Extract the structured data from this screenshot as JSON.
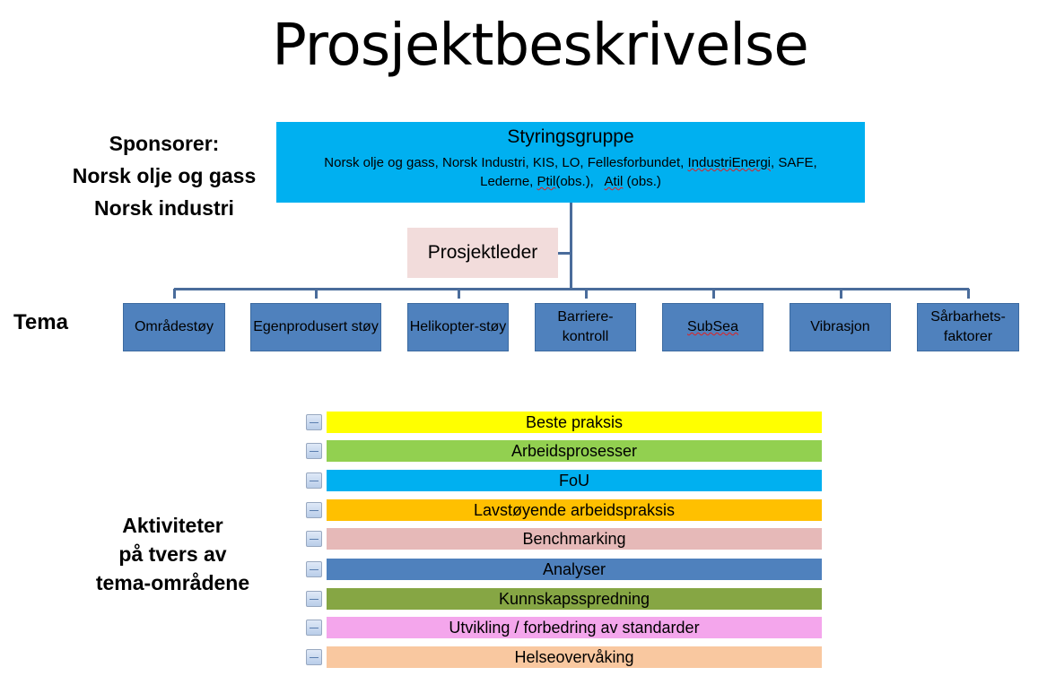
{
  "title": "Prosjektbeskrivelse",
  "sponsors": {
    "label": "Sponsorer:",
    "items": [
      "Norsk olje og gass",
      "Norsk industri"
    ]
  },
  "steering": {
    "title": "Styringsgruppe",
    "members_line1": "Norsk olje og gass, Norsk Industri, KIS, LO, Fellesforbundet, ",
    "members_flag1": "IndustriEnergi",
    "members_line1_end": ", SAFE,",
    "members_line2a": "Lederne, ",
    "members_flag2": "Ptil",
    "members_line2b": "(obs.),   ",
    "members_flag3": "Atil",
    "members_line2c": " (obs.)"
  },
  "project_leader": "Prosjektleder",
  "themes_label": "Tema",
  "themes": [
    "Områdestøy",
    "Egenprodusert støy",
    "Helikopter-støy",
    "Barriere-kontroll",
    "SubSea",
    "Vibrasjon",
    "Sårbarhets-faktorer"
  ],
  "activities_label": [
    "Aktiviteter",
    "på tvers av",
    "tema-områdene"
  ],
  "activities": [
    {
      "label": "Beste praksis",
      "color": "#ffff00"
    },
    {
      "label": "Arbeidsprosesser",
      "color": "#92d050"
    },
    {
      "label": "FoU",
      "color": "#00b0f0"
    },
    {
      "label": "Lavstøyende arbeidspraksis",
      "color": "#ffc000"
    },
    {
      "label": "Benchmarking",
      "color": "#e6b9b8"
    },
    {
      "label": "Analyser",
      "color": "#4f81bd"
    },
    {
      "label": "Kunnskapsspredning",
      "color": "#86a644"
    },
    {
      "label": "Utvikling / forbedring av standarder",
      "color": "#f4a6ec"
    },
    {
      "label": "Helseovervåking",
      "color": "#f9c8a0"
    }
  ]
}
